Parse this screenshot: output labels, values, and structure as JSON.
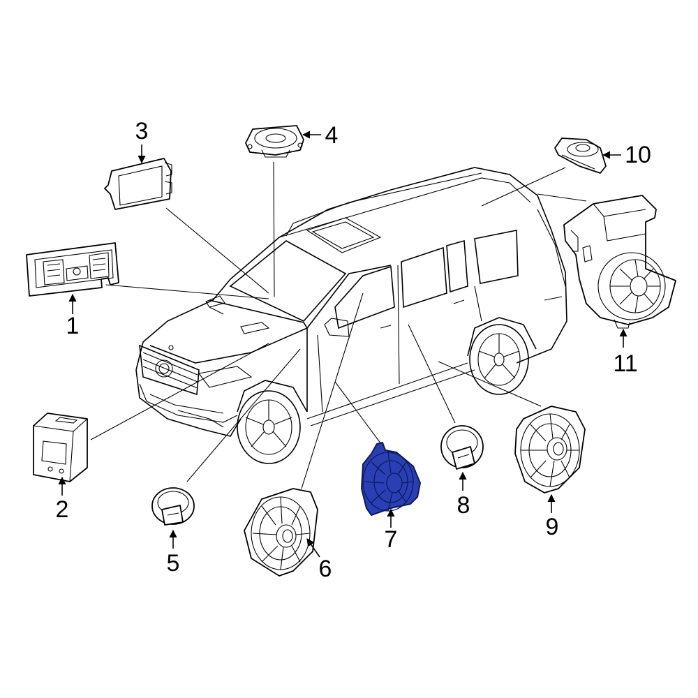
{
  "callouts": [
    {
      "number": "1"
    },
    {
      "number": "2"
    },
    {
      "number": "3"
    },
    {
      "number": "4"
    },
    {
      "number": "5"
    },
    {
      "number": "6"
    },
    {
      "number": "7"
    },
    {
      "number": "8"
    },
    {
      "number": "9"
    },
    {
      "number": "10"
    },
    {
      "number": "11"
    }
  ],
  "highlight_part": "7",
  "colors": {
    "highlight_fill": "#2b3fb5",
    "line": "#000000",
    "background": "#ffffff"
  }
}
